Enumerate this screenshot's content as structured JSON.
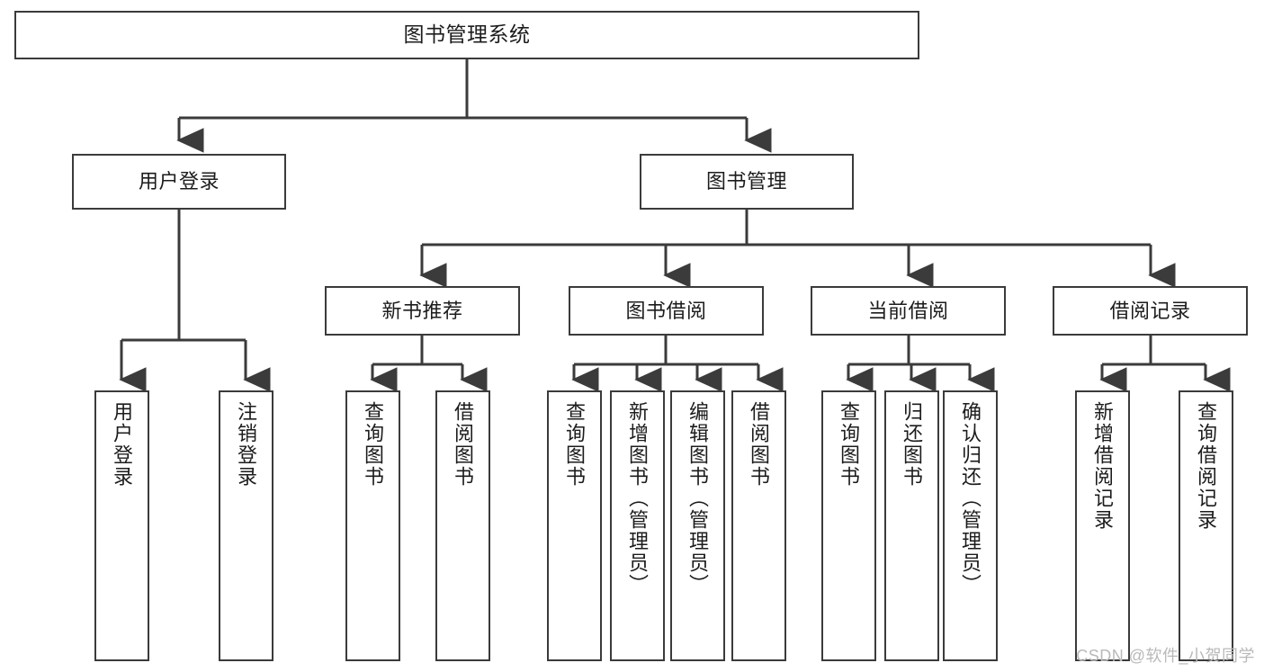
{
  "diagram": {
    "title": "图书管理系统",
    "type": "functional-structure-tree",
    "watermark": "CSDN @软件_小贺同学",
    "colors": {
      "stroke": "#3b3b3b",
      "fill": "#ffffff",
      "text": "#1c1c1c",
      "watermark": "#b9b9b9"
    },
    "nodes": {
      "root": {
        "label": "图书管理系统"
      },
      "level1": [
        {
          "id": "user-login",
          "label": "用户登录"
        },
        {
          "id": "book-manage",
          "label": "图书管理"
        }
      ],
      "level2": [
        {
          "id": "new-book-recommend",
          "label": "新书推荐"
        },
        {
          "id": "book-borrow",
          "label": "图书借阅"
        },
        {
          "id": "current-borrow",
          "label": "当前借阅"
        },
        {
          "id": "borrow-record",
          "label": "借阅记录"
        }
      ],
      "leaves": {
        "user_login": [
          {
            "id": "leaf-user-login",
            "label": "用户登录"
          },
          {
            "id": "leaf-logout-login",
            "label": "注销登录"
          }
        ],
        "new_book_recommend": [
          {
            "id": "leaf-query-book-1",
            "label": "查询图书"
          },
          {
            "id": "leaf-borrow-book-1",
            "label": "借阅图书"
          }
        ],
        "book_borrow": [
          {
            "id": "leaf-query-book-2",
            "label": "查询图书"
          },
          {
            "id": "leaf-add-book",
            "label": "新增图书（管理员）"
          },
          {
            "id": "leaf-edit-book",
            "label": "编辑图书（管理员）"
          },
          {
            "id": "leaf-borrow-book-2",
            "label": "借阅图书"
          }
        ],
        "current_borrow": [
          {
            "id": "leaf-query-book-3",
            "label": "查询图书"
          },
          {
            "id": "leaf-return-book",
            "label": "归还图书"
          },
          {
            "id": "leaf-confirm-return",
            "label": "确认归还（管理员）"
          }
        ],
        "borrow_record": [
          {
            "id": "leaf-add-record",
            "label": "新增借阅记录"
          },
          {
            "id": "leaf-query-record",
            "label": "查询借阅记录"
          }
        ]
      }
    }
  }
}
